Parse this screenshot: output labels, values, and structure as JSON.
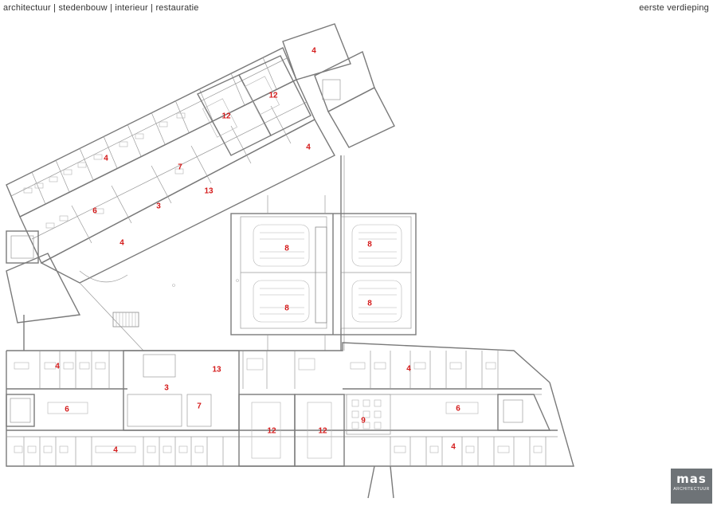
{
  "header": {
    "tagline": "architectuur  |  stedenbouw  |  interieur  |  restauratie",
    "floor_label": "eerste verdieping"
  },
  "logo": {
    "brand": "mas",
    "subtitle": "ARCHITECTUUR"
  },
  "room_labels": [
    "4",
    "12",
    "12",
    "4",
    "7",
    "4",
    "13",
    "6",
    "3",
    "4",
    "8",
    "8",
    "8",
    "8",
    "4",
    "13",
    "4",
    "3",
    "6",
    "7",
    "12",
    "12",
    "9",
    "6",
    "4",
    "4"
  ],
  "colors": {
    "walls": "#7a7a7a",
    "room_numbers": "#d41a1a",
    "logo_bg": "#6e7377"
  }
}
